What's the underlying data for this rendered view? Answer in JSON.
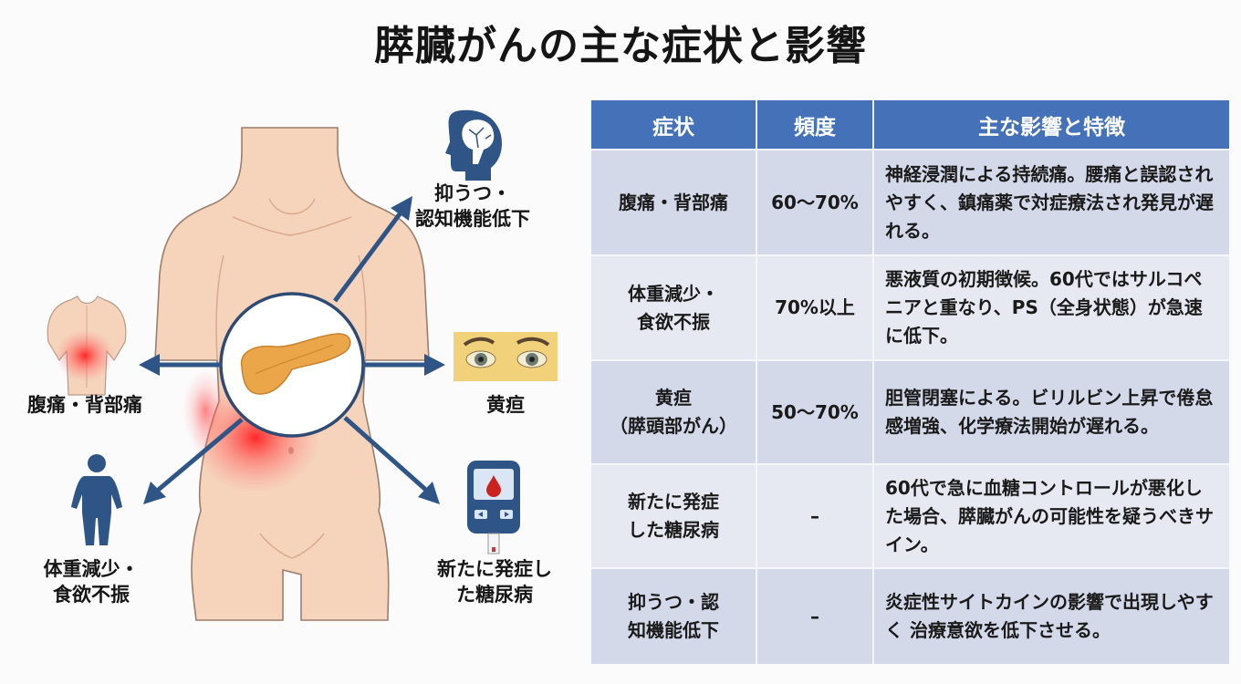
{
  "title": "膵臓がんの主な症状と影響",
  "illustration": {
    "center_organ": "pancreas",
    "labels": {
      "depression": "抑うつ・\n認知機能低下",
      "back_pain": "腹痛・背部痛",
      "jaundice": "黄疸",
      "weight_loss": "体重減少・\n食欲不振",
      "diabetes": "新たに発症し\nた糖尿病"
    },
    "icons": {
      "depression": "brain-head-icon",
      "back_pain": "back-pain-icon",
      "jaundice": "yellow-eyes-icon",
      "weight_loss": "person-icon",
      "diabetes": "glucose-meter-icon"
    },
    "colors": {
      "arrow": "#2f5587",
      "skin": "#f6d3bb",
      "pain": "#ff2a2a",
      "pancreas": "#eba64a",
      "icon": "#2f5587"
    }
  },
  "table": {
    "headers": [
      "症状",
      "頻度",
      "主な影響と特徴"
    ],
    "rows": [
      {
        "symptom": "腹痛・背部痛",
        "frequency": "60〜70%",
        "description": "神経浸潤による持続痛。腰痛と誤認されやすく、鎮痛薬で対症療法され発見が遅れる。"
      },
      {
        "symptom": "体重減少・\n食欲不振",
        "frequency": "70%以上",
        "description": "悪液質の初期徴候。60代ではサルコペニアと重なり、PS（全身状態）が急速に低下。"
      },
      {
        "symptom": "黄疸\n（膵頭部がん）",
        "frequency": "50〜70%",
        "description": "胆管閉塞による。ビリルビン上昇で倦怠感増強、化学療法開始が遅れる。"
      },
      {
        "symptom": "新たに発症\nした糖尿病",
        "frequency": "–",
        "description": "60代で急に血糖コントロールが悪化した場合、膵臓がんの可能性を疑うべきサイン。"
      },
      {
        "symptom": "抑うつ・認\n知機能低下",
        "frequency": "–",
        "description": "炎症性サイトカインの影響で出現しやすく 治療意欲を低下させる。"
      }
    ],
    "colors": {
      "header": "#4571b8",
      "row_odd": "#d4d9ea",
      "row_even": "#e6e9f2"
    }
  }
}
